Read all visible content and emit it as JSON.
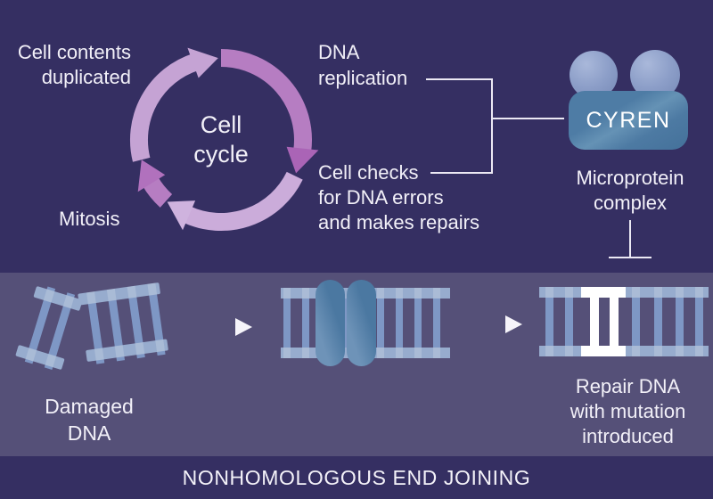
{
  "colors": {
    "background": "#352f62",
    "middle_band": "#555078",
    "text": "#f2f0f8",
    "connector_line": "#ece9f4",
    "ring_light": "#c5a3d4",
    "ring_light_bottom": "#cbacda",
    "ring_medium": "#b67dc2",
    "ring_arrow_dark": "#aa64b6",
    "dna_rail": "#97acce",
    "dna_rung": "#7e97c5",
    "mutation_white": "#ffffff",
    "protein_body": "#4e7ca5",
    "protein_dome": "#8c9ec8"
  },
  "cell_cycle": {
    "center_label": [
      "Cell",
      "cycle"
    ],
    "cell_contents_label": [
      "Cell contents",
      "duplicated"
    ],
    "mitosis_label": "Mitosis",
    "dna_replication_label": [
      "DNA",
      "replication"
    ],
    "cell_checks_label": [
      "Cell checks",
      "for DNA errors",
      "and makes repairs"
    ]
  },
  "cyren": {
    "name": "CYREN",
    "caption": [
      "Microprotein",
      "complex"
    ]
  },
  "nhej": {
    "damaged_label": [
      "Damaged",
      "DNA"
    ],
    "repair_label": [
      "Repair DNA",
      "with mutation",
      "introduced"
    ],
    "banner": "NONHOMOLOGOUS END JOINING"
  },
  "icons": {
    "cycle_arrows": "circular-arrows-icon",
    "inhibition": "inhibition-tbar-icon",
    "step_arrows": "right-triangle-arrow-icon"
  }
}
